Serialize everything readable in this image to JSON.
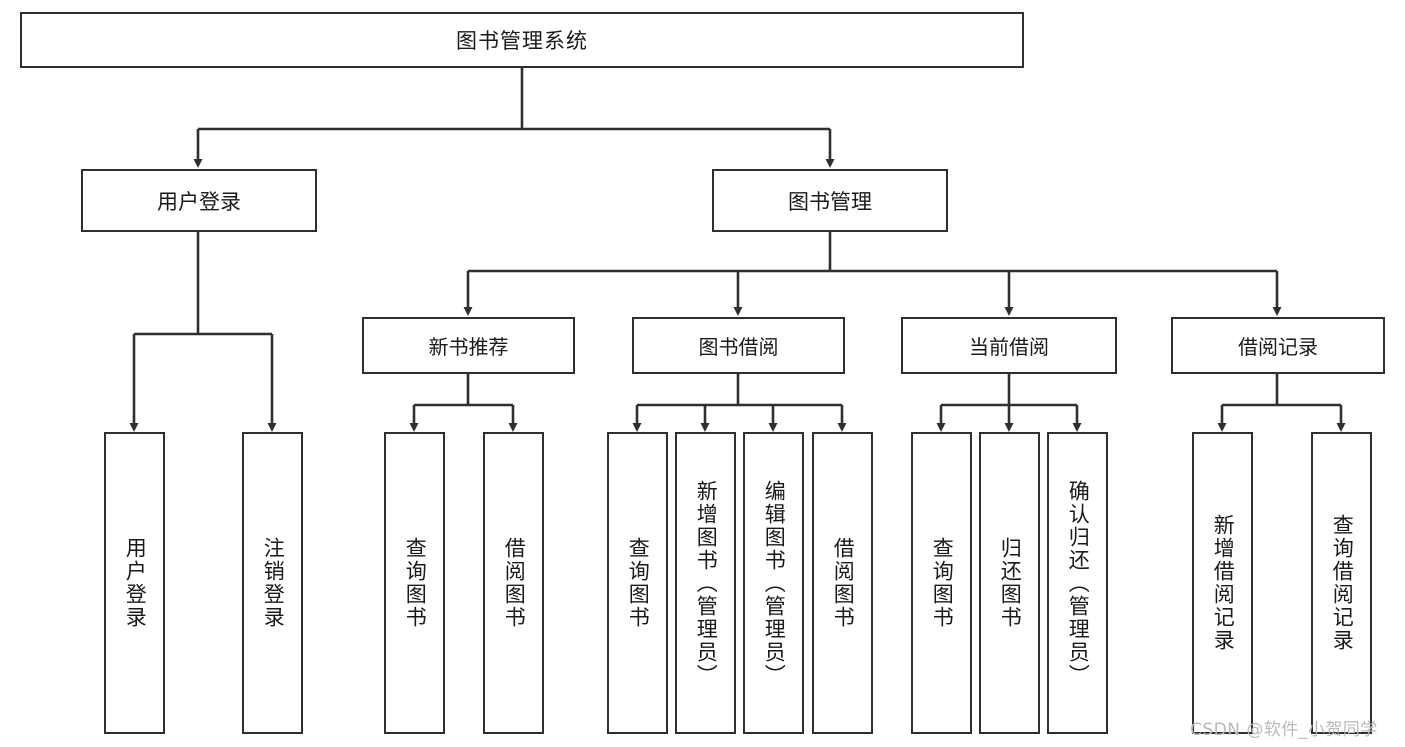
{
  "diagram": {
    "title": "图书管理系统",
    "root": {
      "label": "图书管理系统"
    },
    "level2": [
      {
        "label": "用户登录"
      },
      {
        "label": "图书管理"
      }
    ],
    "level3": [
      {
        "label": "新书推荐"
      },
      {
        "label": "图书借阅"
      },
      {
        "label": "当前借阅"
      },
      {
        "label": "借阅记录"
      }
    ],
    "leaves": {
      "user_login": [
        {
          "label": "用户登录"
        },
        {
          "label": "注销登录"
        }
      ],
      "new_book_recommend": [
        {
          "label": "查询图书"
        },
        {
          "label": "借阅图书"
        }
      ],
      "book_borrow": [
        {
          "label": "查询图书"
        },
        {
          "label": "新增图书（管理员）"
        },
        {
          "label": "编辑图书（管理员）"
        },
        {
          "label": "借阅图书"
        }
      ],
      "current_borrow": [
        {
          "label": "查询图书"
        },
        {
          "label": "归还图书"
        },
        {
          "label": "确认归还（管理员）"
        }
      ],
      "borrow_record": [
        {
          "label": "新增借阅记录"
        },
        {
          "label": "查询借阅记录"
        }
      ]
    },
    "watermark": "CSDN @软件_小贺同学",
    "colors": {
      "box_border": "#2f2f2f",
      "box_fill": "#ffffff",
      "wire": "#2f2f2f",
      "text": "#1a1a1a",
      "watermark": "#b9b9b9"
    }
  }
}
